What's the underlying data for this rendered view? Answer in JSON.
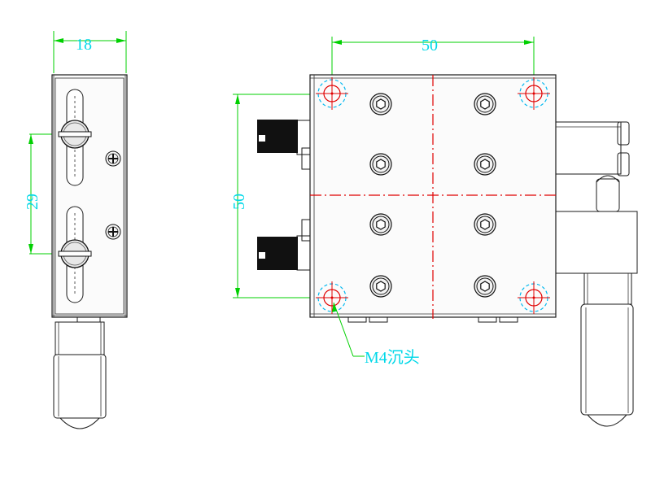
{
  "drawing": {
    "side_view": {
      "width_dim": "18",
      "slot_pitch_dim": "29"
    },
    "top_view": {
      "width_dim": "50",
      "height_dim": "50",
      "hole_note": "M4沉头"
    }
  }
}
